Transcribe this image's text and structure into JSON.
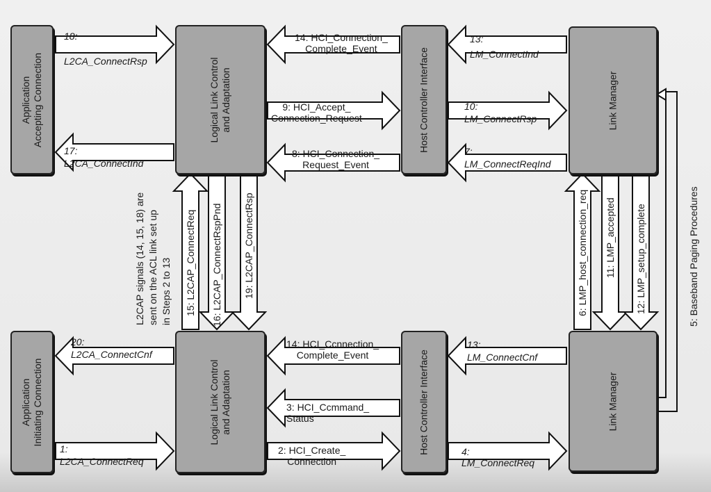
{
  "boxes": {
    "app_accept": "Application\nAccepting Connection",
    "l2ca_top": "Logical Link Control\nand Adaptation",
    "hci_top": "Host Controller Interface",
    "lm_top": "Link Manager",
    "app_init": "Application\nInitiating Connection",
    "l2ca_bottom": "Logical Link Control\nand Adaptation",
    "hci_bottom": "Host Controller Interface",
    "lm_bottom": "Link Manager"
  },
  "messages": {
    "m18_num": "18:",
    "m18_name": "L2CA_ConnectRsp",
    "m17_num": "17:",
    "m17_name": "L2CA_ConnectInd",
    "m14_top": "14: HCI_Connection_\nComplete_Event",
    "m9": "9: HCI_Accept_\nConnection_Request",
    "m8": "8: HCI_Connection_\nRequest_Event",
    "m13_top_num": "13:",
    "m13_top_name": "LM_ConnectInd",
    "m10_num": "10:",
    "m10_name": "LM_ConnectRsp",
    "m7_num": "7:",
    "m7_name": "LM_ConnectReqInd",
    "m20_num": "20:",
    "m20_name": "L2CA_ConnectCnf",
    "m1_num": "1:",
    "m1_name": "L2CA_ConnectReq",
    "m14_bottom": "14: HCI_Ccnnection_\nComplete_Event",
    "m3": "3: HCI_Ccmmand_\nStatus",
    "m2": "2: HCI_Create_\nConnection",
    "m13_bottom_num": "13:",
    "m13_bottom_name": "LM_ConnectCnf",
    "m4_num": "4:",
    "m4_name": "LM_ConnectReq",
    "m15": "15: L2CAP_ConnectReq",
    "m16": "16: L2CAP_ConnectRspPnd",
    "m19": "19: L2CAP_ConnectRsp",
    "m6": "6: LMP_host_connection_req",
    "m11": "11: LMP_accepted",
    "m12": "12: LMP_setup_complete",
    "m5": "5: Baseband Paging Procedures"
  },
  "note": "L2CAP signals (14, 15, 18) are\nsent on the ACL link set up\nin Steps 2 to 13",
  "colors": {
    "box": "#a6a6a6",
    "arrow_fill": "#ffffff",
    "stroke": "#111111",
    "background": "#efefef"
  }
}
